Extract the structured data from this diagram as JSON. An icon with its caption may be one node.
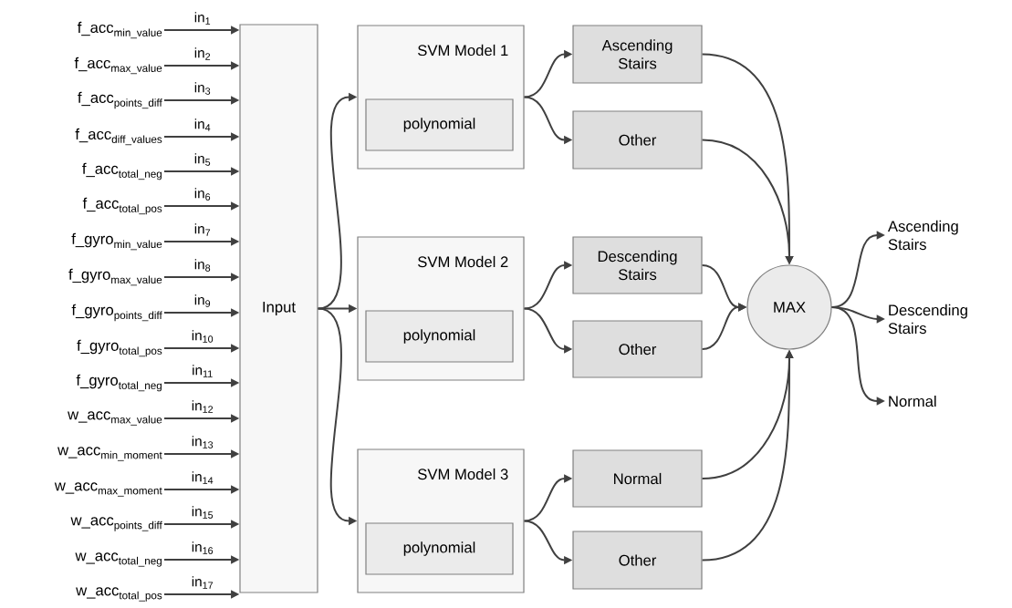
{
  "diagram": {
    "nodes": [
      {
        "text": [
          "\\text{f\\_acc}_{\\text{min\\_value}}"
        ]
      },
      {
        "text": [
          "\\text{f\\_acc}_{\\text{max\\_value}}"
        ]
      },
      {
        "text": [
          "\\text{f\\_acc}_{\\text{points\\_diff}}"
        ]
      },
      {
        "text": [
          "\\text{f\\_acc}_{\\text{diff\\_values}}"
        ]
      },
      {
        "text": [
          "\\text{f\\_acc}_{\\text{total\\_neg}}"
        ]
      },
      {
        "text": [
          "\\text{f\\_acc}_{\\text{total\\_pos}}"
        ]
      },
      {
        "text": [
          "\\text{f\\_gyro}_{\\text{min\\_value}}"
        ]
      },
      {
        "text": [
          "\\text{f\\_gyro}_{\\text{max\\_value}}"
        ]
      },
      {
        "text": [
          "\\text{f\\_gyro}_{\\text{points\\_diff}}"
        ]
      },
      {
        "text": [
          "\\text{f\\_gyro}_{\\text{total\\_pos}}"
        ]
      },
      {
        "text": [
          "\\text{f\\_gyro}_{\\text{total\\_neg}}"
        ]
      },
      {
        "text": [
          "\\text{w\\_acc}_{\\text{max\\_value}}"
        ]
      },
      {
        "text": [
          "\\text{w\\_acc}_{\\text{min\\_moment}}"
        ]
      },
      {
        "text": [
          "\\text{w\\_acc}_{\\text{max\\_moment}}"
        ]
      },
      {
        "text": [
          "\\text{w\\_acc}_{\\text{points\\_diff}}"
        ]
      },
      {
        "text": [
          "\\text{w\\_acc}_{\\text{total\\_neg}}"
        ]
      },
      {
        "text": [
          "\\text{w\\_acc}_{\\text{total\\_pos}}"
        ]
      },
      {
        "text": [
          "Input"
        ]
      },
      {
        "text": [
          "SVM Model 1"
        ]
      },
      {
        "text": [
          "polynomial"
        ],
        "in": 18
      },
      {
        "text": [
          "Ascending Stairs"
        ]
      },
      {
        "text": [
          "Other"
        ]
      },
      {
        "text": [
          "SVM Model 2"
        ]
      },
      {
        "text": [
          "polynomial"
        ],
        "in": 22
      },
      {
        "text": [
          "Descending Stairs"
        ]
      },
      {
        "text": [
          "Other"
        ]
      },
      {
        "text": [
          "SVM Model 3"
        ]
      },
      {
        "text": [
          "polynomial"
        ],
        "in": 26
      },
      {
        "text": [
          "Normal"
        ]
      },
      {
        "text": [
          "Other"
        ]
      },
      {
        "text": [
          "MAX"
        ]
      },
      {
        "text": [
          "Ascending Stairs"
        ]
      },
      {
        "text": [
          "Descending Stairs"
        ]
      },
      {
        "text": [
          "Normal"
        ]
      }
    ],
    "edges": [
      {
        "from": 0,
        "to": 17,
        "arrow": "to",
        "label": "in$_{1}$"
      },
      {
        "from": 1,
        "to": 17,
        "arrow": "to",
        "label": "in$_{2}$"
      },
      {
        "from": 2,
        "to": 17,
        "arrow": "to",
        "label": "in$_{3}$"
      },
      {
        "from": 3,
        "to": 17,
        "arrow": "to",
        "label": "in$_{4}$"
      },
      {
        "from": 4,
        "to": 17,
        "arrow": "to",
        "label": "in$_{5}$"
      },
      {
        "from": 5,
        "to": 17,
        "arrow": "to",
        "label": "in$_{6}$"
      },
      {
        "from": 6,
        "to": 17,
        "arrow": "to",
        "label": "in$_{7}$"
      },
      {
        "from": 7,
        "to": 17,
        "arrow": "to",
        "label": "in$_{8}$"
      },
      {
        "from": 8,
        "to": 17,
        "arrow": "to",
        "label": "in$_{9}$"
      },
      {
        "from": 9,
        "to": 17,
        "arrow": "to",
        "label": "in$_{10}$"
      },
      {
        "from": 10,
        "to": 17,
        "arrow": "to",
        "label": "in$_{11}$"
      },
      {
        "from": 11,
        "to": 17,
        "arrow": "to",
        "label": "in$_{12}$"
      },
      {
        "from": 12,
        "to": 17,
        "arrow": "to",
        "label": "in$_{13}$"
      },
      {
        "from": 13,
        "to": 17,
        "arrow": "to",
        "label": "in$_{14}$"
      },
      {
        "from": 14,
        "to": 17,
        "arrow": "to",
        "label": "in$_{15}$"
      },
      {
        "from": 15,
        "to": 17,
        "arrow": "to",
        "label": "in$_{16}$"
      },
      {
        "from": 16,
        "to": 17,
        "arrow": "to",
        "label": "in$_{17}$"
      },
      {
        "from": 17,
        "to": 18,
        "arrow": "to"
      },
      {
        "from": 17,
        "to": 22,
        "arrow": "to"
      },
      {
        "from": 17,
        "to": 26,
        "arrow": "to"
      },
      {
        "from": 18,
        "to": 20,
        "arrow": "to"
      },
      {
        "from": 18,
        "to": 21,
        "arrow": "to"
      },
      {
        "from": 22,
        "to": 24,
        "arrow": "to"
      },
      {
        "from": 22,
        "to": 25,
        "arrow": "to"
      },
      {
        "from": 26,
        "to": 28,
        "arrow": "to"
      },
      {
        "from": 26,
        "to": 29,
        "arrow": "to"
      },
      {
        "from": 20,
        "to": 30,
        "arrow": "to"
      },
      {
        "from": 21,
        "to": 30,
        "arrow": "to"
      },
      {
        "from": 24,
        "to": 30,
        "arrow": "to"
      },
      {
        "from": 25,
        "to": 30,
        "arrow": "to"
      },
      {
        "from": 28,
        "to": 30,
        "arrow": "to"
      },
      {
        "from": 29,
        "to": 30,
        "arrow": "to"
      },
      {
        "from": 30,
        "to": 31,
        "arrow": "to"
      },
      {
        "from": 30,
        "to": 32,
        "arrow": "to"
      },
      {
        "from": 30,
        "to": 33,
        "arrow": "to"
      }
    ]
  }
}
